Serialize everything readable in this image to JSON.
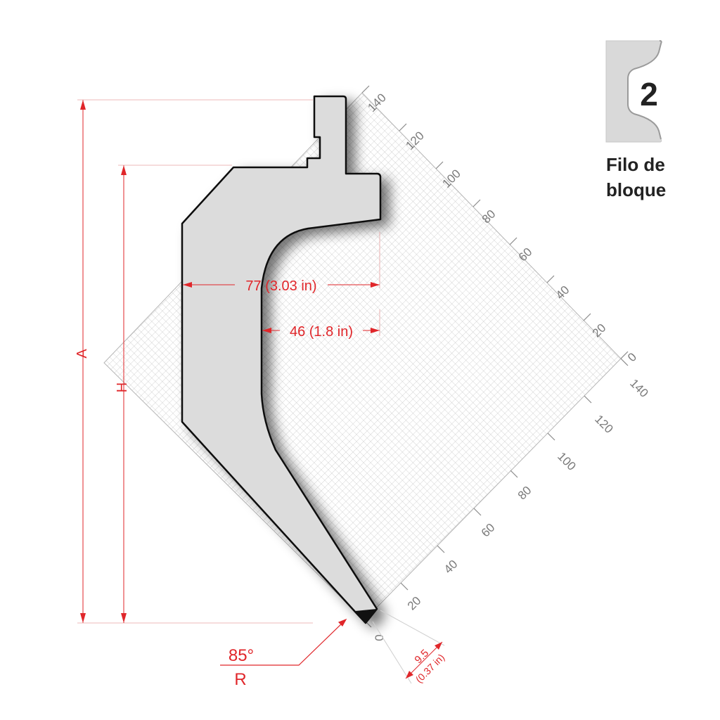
{
  "badge": {
    "number": "2",
    "caption_line1": "Filo de",
    "caption_line2": "bloque"
  },
  "dimensions": {
    "overall_height_label": "A",
    "working_height_label": "H",
    "width_top": "77 (3.03 in)",
    "width_neck": "46 (1.8 in)",
    "angle": "85°",
    "radius_label": "R",
    "tip_offset": "9.5",
    "tip_offset_in": "(0.37 in)"
  },
  "grid_scale": {
    "right_axis": [
      "140",
      "120",
      "100",
      "80",
      "60",
      "40",
      "20",
      "0"
    ],
    "bottom_axis": [
      "140",
      "120",
      "100",
      "80",
      "60",
      "40",
      "20",
      "0"
    ]
  },
  "colors": {
    "dimension": "#e0262a",
    "tool_fill": "#dcdcdc",
    "tool_stroke": "#111111",
    "grid": "#bdbdbd"
  }
}
